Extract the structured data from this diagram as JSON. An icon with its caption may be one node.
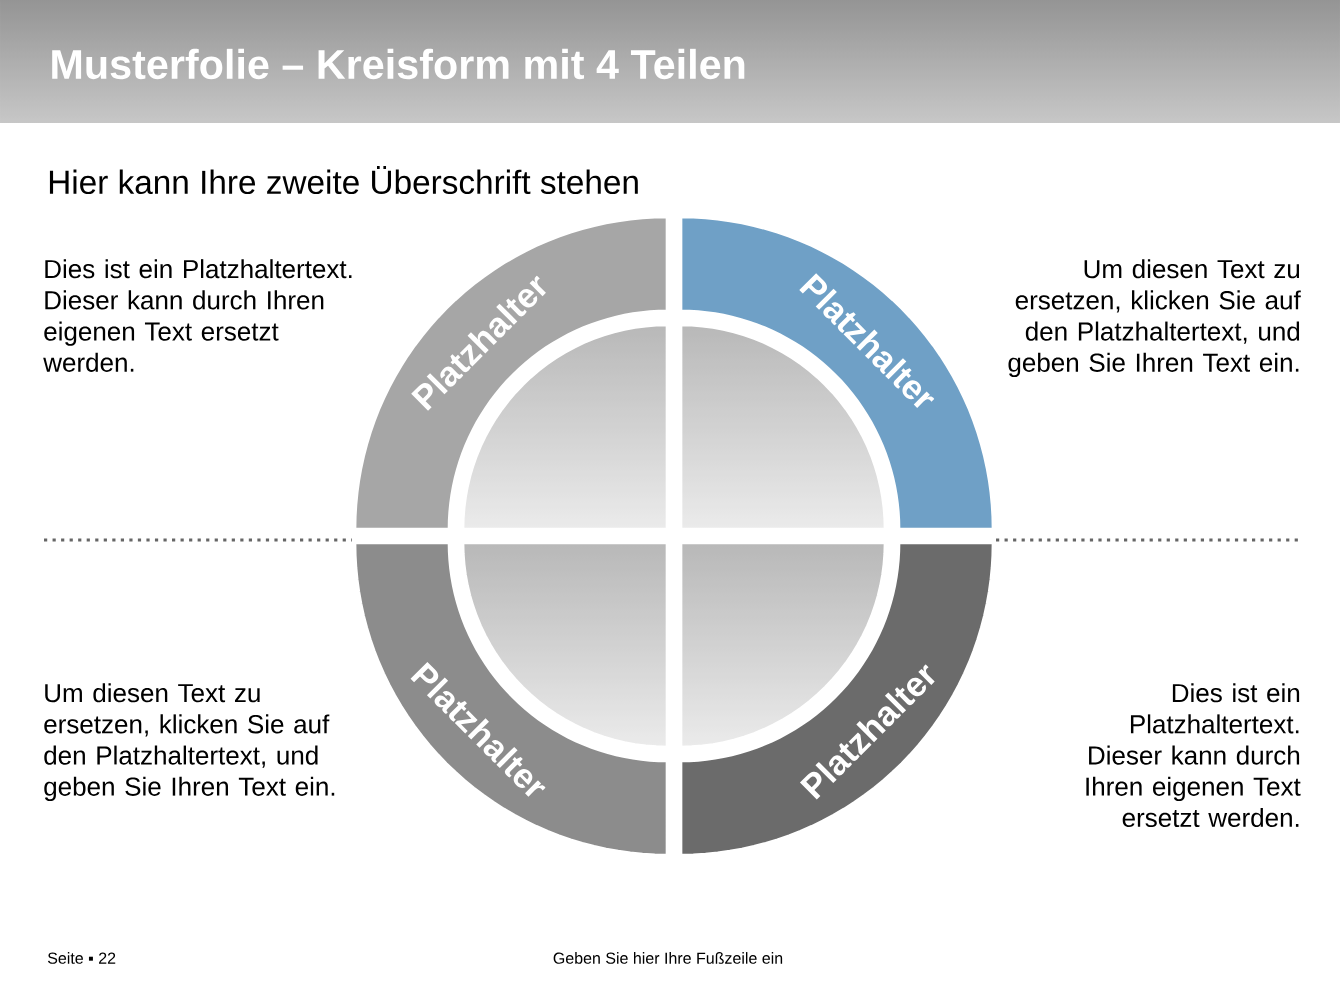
{
  "diagram": {
    "title": "Musterfolie – Kreisform mit 4 Teilen",
    "nodes": [
      {
        "text": [
          "Platzhalter"
        ]
      },
      {
        "text": [
          "Platzhalter"
        ]
      },
      {
        "text": [
          "Platzhalter"
        ]
      },
      {
        "text": [
          "Platzhalter"
        ]
      }
    ],
    "edges": [],
    "labels": [
      "Hier kann Ihre zweite Überschrift stehen",
      "Dies ist ein Platzhaltertext. Dieser kann durch Ihren eigenen Text ersetzt werden.",
      "Um diesen Text zu ersetzen, klicken Sie auf den Platzhaltertext, und geben Sie Ihren Text ein.",
      "Um diesen Text zu ersetzen, klicken Sie auf den Platzhaltertext, und geben Sie Ihren Text ein.",
      "Dies ist ein Platzhaltertext. Dieser kann durch Ihren eigenen Text ersetzt werden.",
      "Seite ▪ 22",
      "Geben Sie hier Ihre Fußzeile ein"
    ]
  }
}
